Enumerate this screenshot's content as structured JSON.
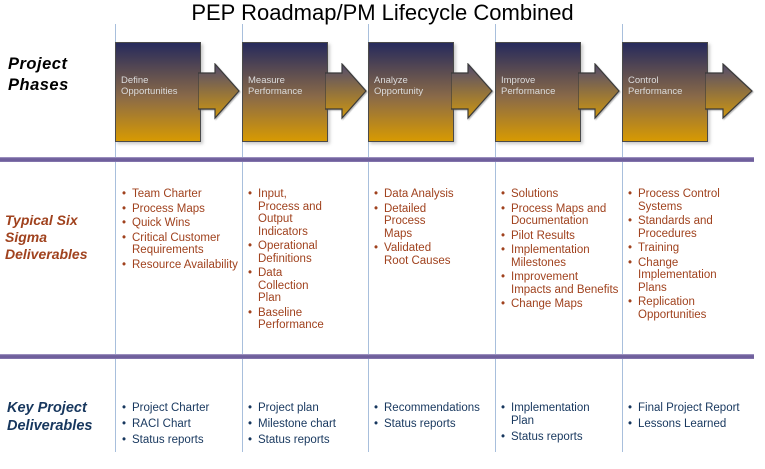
{
  "title": "PEP Roadmap/PM Lifecycle Combined",
  "row_labels": {
    "project_phases": "Project\nPhases",
    "six_sigma": "Typical Six\nSigma\nDeliverables",
    "key_project": "Key Project\nDeliverables"
  },
  "phases": [
    {
      "name": "Define\nOpportunities",
      "six_sigma_deliverables": [
        "Team Charter",
        "Process Maps",
        "Quick Wins",
        "Critical Customer Requirements",
        "Resource Availability"
      ],
      "key_project_deliverables": [
        "Project Charter",
        "RACI Chart",
        "Status reports"
      ]
    },
    {
      "name": "Measure\nPerformance",
      "six_sigma_deliverables": [
        "Input, Process and Output Indicators",
        "Operational Definitions",
        "Data Collection Plan",
        "Baseline Performance"
      ],
      "key_project_deliverables": [
        "Project plan",
        "Milestone chart",
        "Status reports"
      ]
    },
    {
      "name": "Analyze\nOpportunity",
      "six_sigma_deliverables": [
        "Data Analysis",
        "Detailed Process Maps",
        "Validated Root Causes"
      ],
      "key_project_deliverables": [
        "Recommendations",
        "Status reports"
      ]
    },
    {
      "name": "Improve\nPerformance",
      "six_sigma_deliverables": [
        "Solutions",
        "Process Maps and Documentation",
        "Pilot Results",
        "Implementation Milestones",
        "Improvement Impacts and Benefits",
        "Change Maps"
      ],
      "key_project_deliverables": [
        "Implementation Plan",
        "Status reports"
      ]
    },
    {
      "name": "Control\nPerformance",
      "six_sigma_deliverables": [
        "Process Control Systems",
        "Standards and Procedures",
        "Training",
        "Change Implementation Plans",
        "Replication Opportunities"
      ],
      "key_project_deliverables": [
        "Final Project Report",
        "Lessons Learned"
      ]
    }
  ],
  "colors": {
    "phase_box_top": "#262A5C",
    "phase_box_bottom": "#D79A02",
    "six_sigma_text": "#A0421E",
    "key_project_text": "#17375E",
    "section_divider": "#6F5F9C",
    "column_line": "#A8BFDC"
  }
}
